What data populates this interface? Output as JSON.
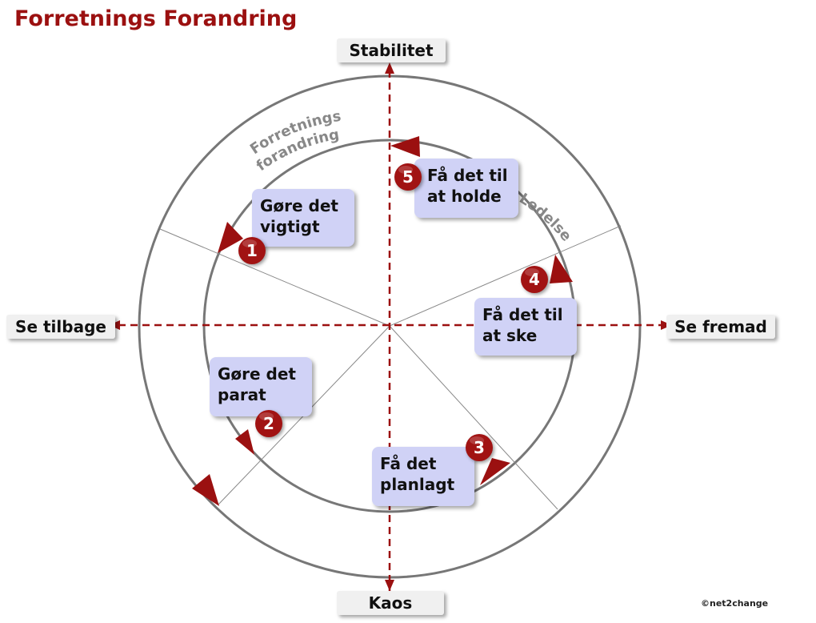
{
  "title": "Forretnings Forandring",
  "axes": {
    "top": "Stabilitet",
    "bottom": "Kaos",
    "left": "Se tilbage",
    "right": "Se fremad"
  },
  "ring_labels": {
    "outer_arc_line1": "Forretnings",
    "outer_arc_line2": "forandring",
    "inner_arc": "Ledelse"
  },
  "steps": [
    {
      "number": "1",
      "line1": "Gøre det",
      "line2": "vigtigt"
    },
    {
      "number": "2",
      "line1": "Gøre det",
      "line2": "parat"
    },
    {
      "number": "3",
      "line1": "Få det",
      "line2": "planlagt"
    },
    {
      "number": "4",
      "line1": "Få det til",
      "line2": "at ske"
    },
    {
      "number": "5",
      "line1": "Få det til",
      "line2": "at holde"
    }
  ],
  "copyright": "©net2change",
  "colors": {
    "title": "#9b1010",
    "accent_red": "#a11313",
    "box_fill": "#d0d2f6",
    "ring_stroke": "#777777",
    "axis_label_bg": "#f0f0f0"
  }
}
